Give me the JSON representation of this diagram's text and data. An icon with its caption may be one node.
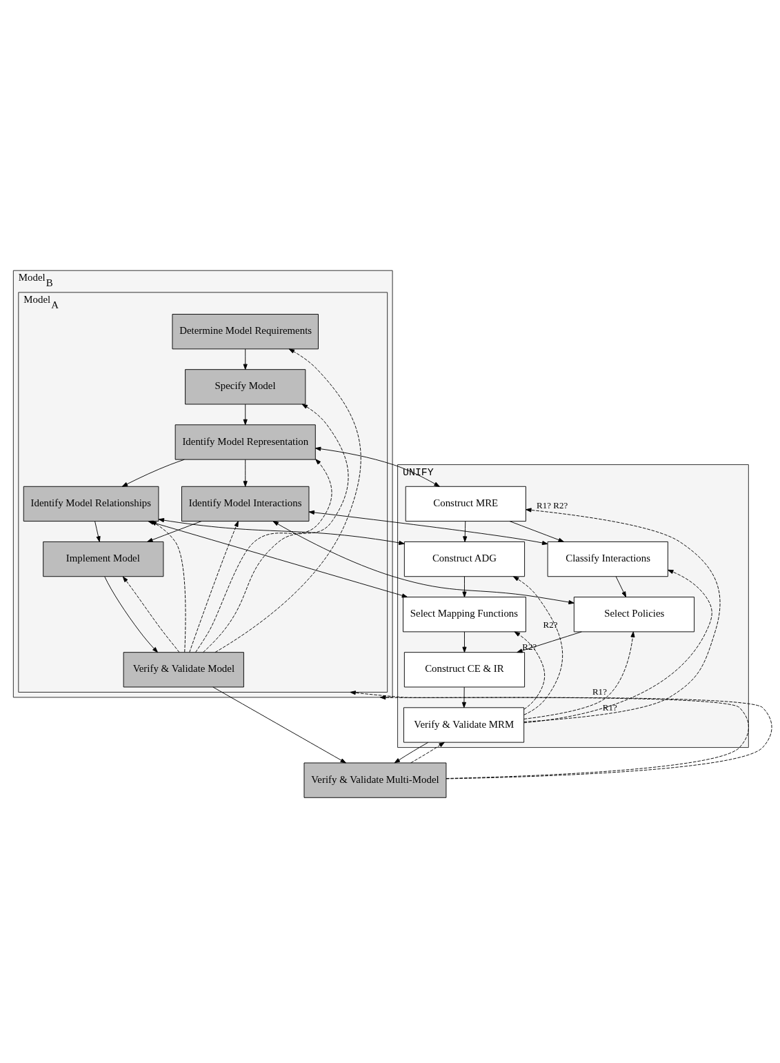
{
  "diagram": {
    "nodes": [
      {
        "text": [
          "Model$_{B}$"
        ]
      },
      {
        "text": [
          "Model$_{A}$"
        ],
        "in": 0
      },
      {
        "text": [
          "Determine Model Requirements"
        ],
        "in": 1
      },
      {
        "text": [
          "Specify Model"
        ],
        "in": 1
      },
      {
        "text": [
          "Identify Model Representation"
        ],
        "in": 1
      },
      {
        "text": [
          "Identify Model Relationships"
        ],
        "in": 1
      },
      {
        "text": [
          "Identify Model Interactions"
        ],
        "in": 1
      },
      {
        "text": [
          "Implement Model"
        ],
        "in": 1
      },
      {
        "text": [
          "Verify & Validate Model"
        ],
        "in": 1
      },
      {
        "text": [
          "UNIFY"
        ]
      },
      {
        "text": [
          "Construct MRE"
        ],
        "in": 9
      },
      {
        "text": [
          "Construct ADG"
        ],
        "in": 9
      },
      {
        "text": [
          "Select Mapping Functions"
        ],
        "in": 9
      },
      {
        "text": [
          "Classify Interactions"
        ],
        "in": 9
      },
      {
        "text": [
          "Select Policies"
        ],
        "in": 9
      },
      {
        "text": [
          "Construct CE & IR"
        ],
        "in": 9
      },
      {
        "text": [
          "Verify & Validate MRM"
        ],
        "in": 9
      },
      {
        "text": [
          "Verify & Validate Multi-Model"
        ]
      }
    ],
    "edges": [
      {
        "from": 2,
        "to": 3,
        "arrow": "to"
      },
      {
        "from": 3,
        "to": 4,
        "arrow": "to"
      },
      {
        "from": 4,
        "to": 5,
        "arrow": "to"
      },
      {
        "from": 4,
        "to": 6,
        "arrow": "to"
      },
      {
        "from": 5,
        "to": 7,
        "arrow": "to"
      },
      {
        "from": 6,
        "to": 7,
        "arrow": "to"
      },
      {
        "from": 7,
        "to": 8,
        "arrow": "to"
      },
      {
        "from": 4,
        "to": 10,
        "arrow": "both"
      },
      {
        "from": 10,
        "to": 11,
        "arrow": "to"
      },
      {
        "from": 10,
        "to": 13,
        "arrow": "to"
      },
      {
        "from": 11,
        "to": 12,
        "arrow": "to"
      },
      {
        "from": 12,
        "to": 15,
        "arrow": "to"
      },
      {
        "from": 13,
        "to": 14,
        "arrow": "to"
      },
      {
        "from": 14,
        "to": 15,
        "arrow": "to"
      },
      {
        "from": 15,
        "to": 16,
        "arrow": "to"
      },
      {
        "from": 5,
        "to": 11,
        "arrow": "both"
      },
      {
        "from": 5,
        "to": 12,
        "arrow": "both"
      },
      {
        "from": 6,
        "to": 13,
        "arrow": "both"
      },
      {
        "from": 6,
        "to": 14,
        "arrow": "both"
      },
      {
        "from": 8,
        "to": 17,
        "arrow": "to"
      },
      {
        "from": 16,
        "to": 17,
        "arrow": "to"
      },
      {
        "from": 8,
        "to": 2,
        "arrow": "to",
        "style": "dashed"
      },
      {
        "from": 8,
        "to": 3,
        "arrow": "to",
        "style": "dashed"
      },
      {
        "from": 8,
        "to": 4,
        "arrow": "to",
        "style": "dashed"
      },
      {
        "from": 8,
        "to": 5,
        "arrow": "to",
        "style": "dashed"
      },
      {
        "from": 8,
        "to": 6,
        "arrow": "to",
        "style": "dashed"
      },
      {
        "from": 8,
        "to": 7,
        "arrow": "to",
        "style": "dashed"
      },
      {
        "from": 16,
        "to": 10,
        "arrow": "to",
        "style": "dashed",
        "label": "R1? R2?"
      },
      {
        "from": 16,
        "to": 11,
        "arrow": "to",
        "style": "dashed",
        "label": "R2?"
      },
      {
        "from": 16,
        "to": 12,
        "arrow": "to",
        "style": "dashed",
        "label": "R2?"
      },
      {
        "from": 16,
        "to": 13,
        "arrow": "to",
        "style": "dashed",
        "label": "R1?"
      },
      {
        "from": 16,
        "to": 14,
        "arrow": "to",
        "style": "dashed",
        "label": "R1?"
      },
      {
        "from": 17,
        "to": 0,
        "arrow": "to",
        "style": "dashed"
      },
      {
        "from": 17,
        "to": 1,
        "arrow": "to",
        "style": "dashed"
      },
      {
        "from": 17,
        "to": 16,
        "arrow": "to",
        "style": "dashed"
      }
    ]
  }
}
